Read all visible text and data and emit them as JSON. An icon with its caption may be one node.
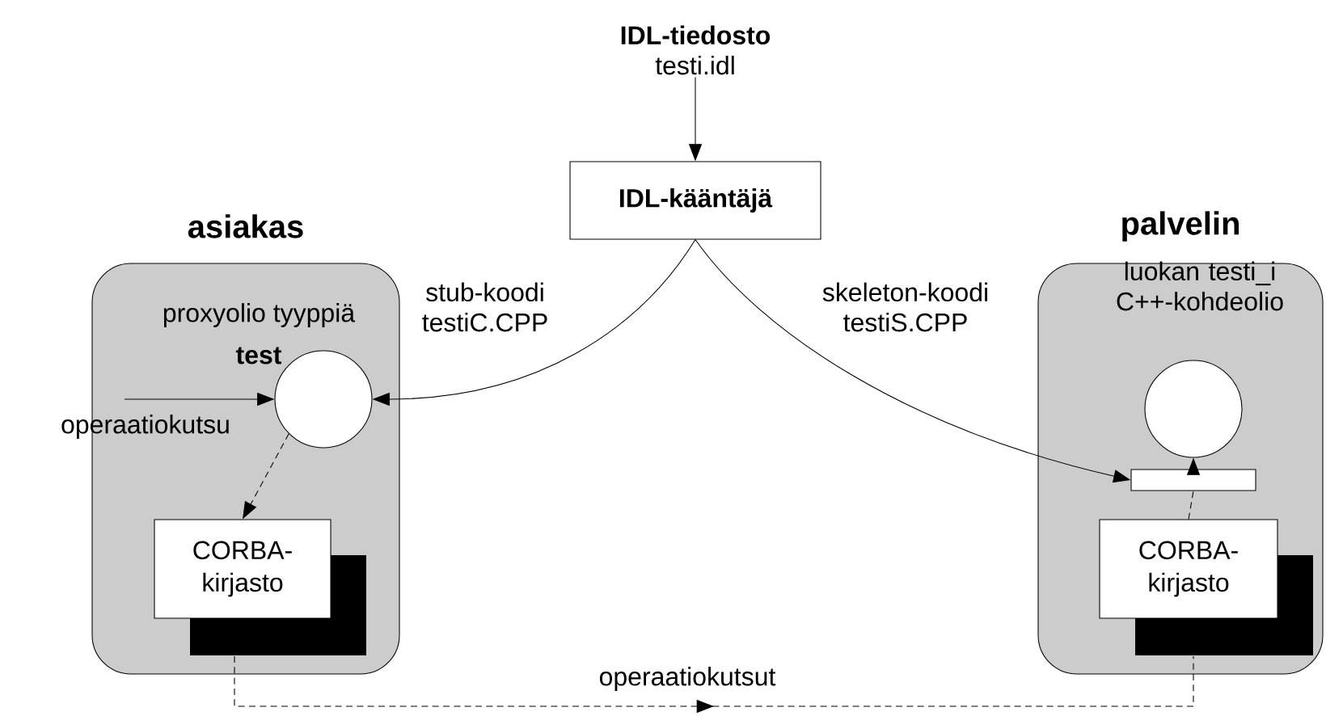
{
  "diagram": {
    "nodes": [
      {
        "text": [
          "IDL-tiedosto",
          "testi.idl"
        ]
      },
      {
        "text": [
          "IDL-kääntäjä"
        ]
      },
      {
        "text": [
          "asiakas"
        ]
      },
      {
        "text": [],
        "shape": "circle",
        "in": 2,
        "beside": [
          "proxyolio tyyppiä",
          "test"
        ]
      },
      {
        "text": [
          "CORBA- kirjasto"
        ],
        "in": 2
      },
      {
        "text": [
          "palvelin"
        ]
      },
      {
        "text": [],
        "shape": "circle",
        "in": 5,
        "beside": [
          "luokan testi_i C++-kohdeolio"
        ]
      },
      {
        "text": [],
        "shape": "bar",
        "in": 5
      },
      {
        "text": [
          "CORBA- kirjasto"
        ],
        "in": 5
      }
    ],
    "edges": [
      {
        "from": 0,
        "to": 1,
        "arrow": "to"
      },
      {
        "from": 1,
        "to": 3,
        "arrow": "to",
        "label": "stub-koodi testiC.CPP"
      },
      {
        "from": 1,
        "to": 7,
        "arrow": "to",
        "label": "skeleton-koodi testiS.CPP"
      },
      {
        "from": null,
        "to": 3,
        "arrow": "to",
        "label": "operaatiokutsu"
      },
      {
        "from": 3,
        "to": 4,
        "arrow": "to",
        "style": "dashed"
      },
      {
        "from": 4,
        "to": 8,
        "arrow": "to",
        "style": "dashed",
        "label": "operaatiokutsut"
      },
      {
        "from": 8,
        "to": 7,
        "arrow": "none",
        "style": "dashed"
      },
      {
        "from": 7,
        "to": 6,
        "arrow": "to",
        "style": "dashed"
      }
    ]
  }
}
